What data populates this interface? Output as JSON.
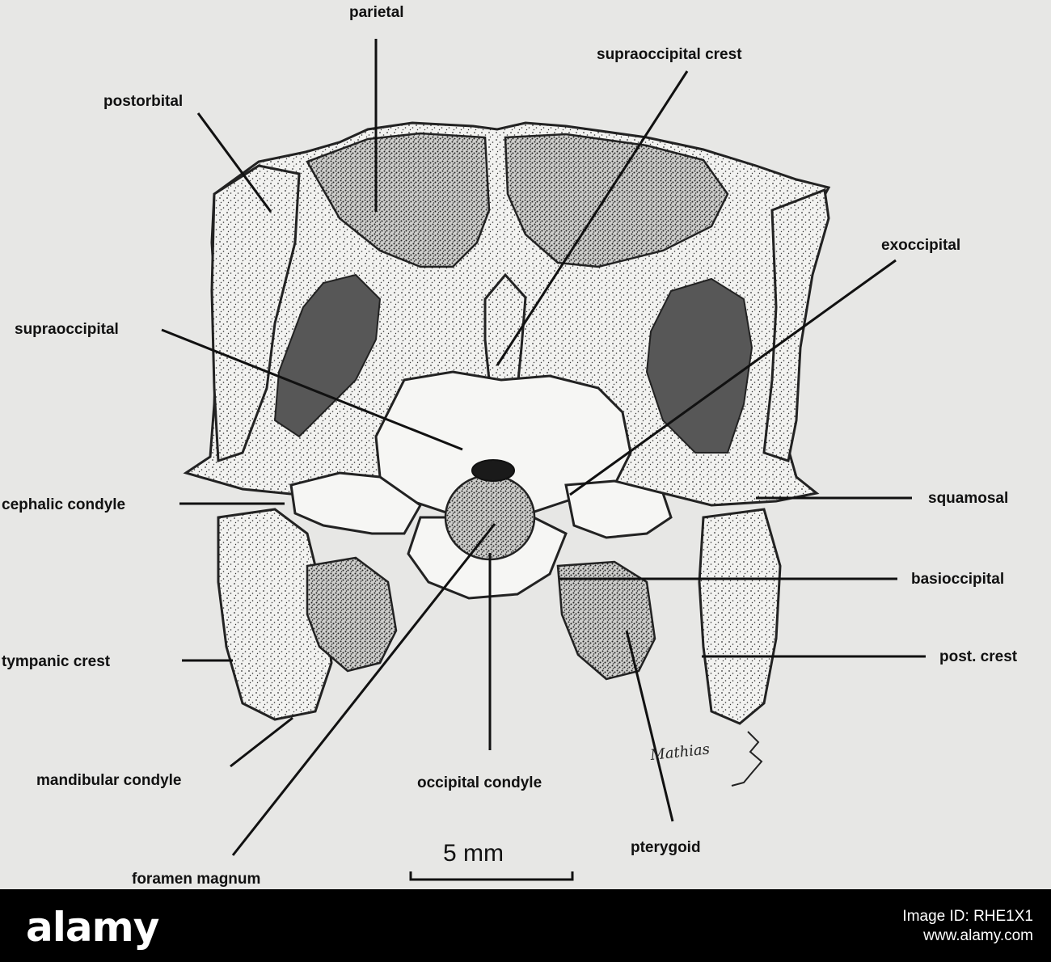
{
  "figure": {
    "labels": {
      "parietal": "parietal",
      "supraoccipital_crest": "supraoccipital crest",
      "postorbital": "postorbital",
      "exoccipital": "exoccipital",
      "supraoccipital": "supraoccipital",
      "cephalic_condyle": "cephalic condyle",
      "squamosal": "squamosal",
      "basioccipital": "basioccipital",
      "tympanic_crest": "tympanic crest",
      "post_crest": "post. crest",
      "mandibular_condyle": "mandibular condyle",
      "occipital_condyle": "occipital condyle",
      "pterygoid": "pterygoid",
      "foramen_magnum": "foramen magnum"
    },
    "scale_bar": "5 mm",
    "signature": "Mathias"
  },
  "footer": {
    "logo": "alamy",
    "image_id": "Image ID: RHE1X1",
    "site": "www.alamy.com"
  },
  "colors": {
    "plate_background": "#e7e7e5",
    "footer_background": "#000000"
  }
}
